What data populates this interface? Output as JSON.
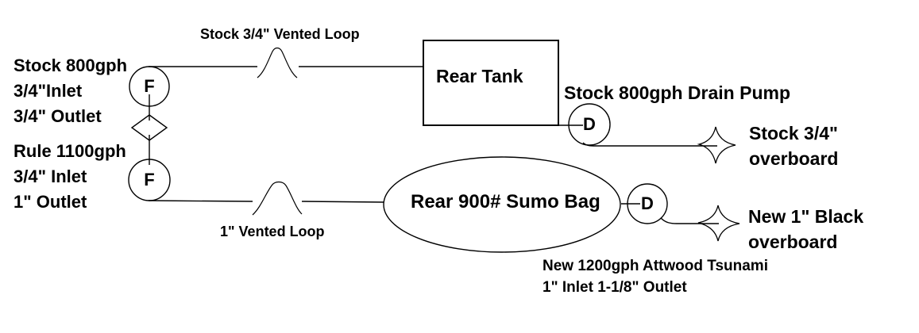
{
  "labels": {
    "fill_pump_upper": [
      "Stock 800gph",
      "3/4\"Inlet",
      "3/4\" Outlet"
    ],
    "fill_pump_lower": [
      "Rule 1100gph",
      "3/4\" Inlet",
      "1\" Outlet"
    ],
    "vented_loop_upper": "Stock 3/4\" Vented Loop",
    "vented_loop_lower": "1\" Vented Loop",
    "rear_tank": "Rear Tank",
    "drain_pump_upper": "Stock 800gph Drain Pump",
    "overboard_upper": [
      "Stock 3/4\"",
      "overboard"
    ],
    "sumo_bag": "Rear 900# Sumo Bag",
    "overboard_lower": [
      "New 1\" Black",
      "overboard"
    ],
    "drain_pump_lower": [
      "New 1200gph Attwood Tsunami",
      "1\" Inlet 1-1/8\" Outlet"
    ]
  },
  "symbols": {
    "fill_pump_upper_letter": "F",
    "fill_pump_lower_letter": "F",
    "drain_pump_upper_letter": "D",
    "drain_pump_lower_letter": "D"
  },
  "colors": {
    "line": "#000000",
    "text": "#000000",
    "background": "#ffffff"
  }
}
